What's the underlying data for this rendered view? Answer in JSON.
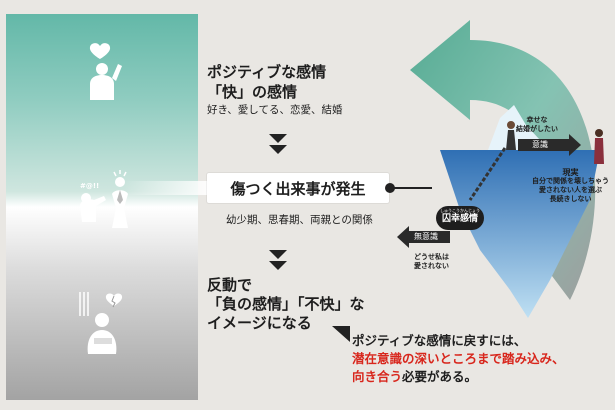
{
  "left": {
    "positive_title_line1": "ポジティブな感情",
    "positive_title_line2": "「快」の感情",
    "positive_examples": "好き、愛してる、恋愛、結婚",
    "event_label": "傷つく出来事が発生",
    "event_examples": "幼少期、思春期、両親との関係",
    "reaction_line1": "反動で",
    "reaction_line2": "「負の感情」「不快」な",
    "reaction_line3": "イメージになる",
    "victim_speech": "#@!!",
    "icons": [
      "heart-hand-person-icon",
      "scolded-person-icon",
      "crouching-heartbroken-person-icon"
    ]
  },
  "iceberg": {
    "wish_line1": "幸せな",
    "wish_line2": "結婚がしたい",
    "conscious_label": "意識",
    "reality_title": "現実",
    "reality_line1": "自分で関係を壊しちゃう",
    "reality_line2": "愛されない人を選ぶ",
    "reality_line3": "長続きしない",
    "subconscious_label": "無意識",
    "doubt_line1": "どうせ私は",
    "doubt_line2": "愛されない",
    "badge_ruby": "しゅうこうかんじょう",
    "badge_text": "囚幸感情",
    "colors": {
      "water": "#3a7fbe",
      "ice": "#cfe7f5",
      "arrow": "#4ea88f"
    }
  },
  "note": {
    "line1": "ポジティブな感情に戻すには、",
    "line2_red": "潜在意識の深いところまで踏み込み、",
    "line3_red": "向き合う",
    "line3_rest": "必要がある。"
  }
}
